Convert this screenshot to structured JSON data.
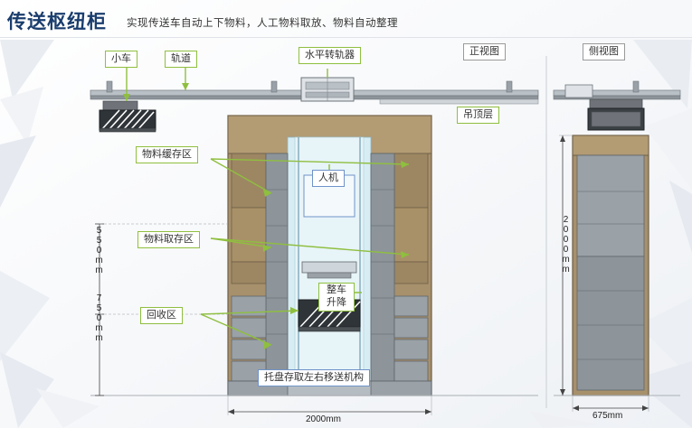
{
  "header": {
    "title": "传送枢纽柜",
    "subtitle": "实现传送车自动上下物料，人工物料取放、物料自动整理"
  },
  "labels": {
    "cart": "小车",
    "track": "轨道",
    "horizontal_transfer": "水平转轨器",
    "front_view": "正视图",
    "side_view": "侧视图",
    "ceiling": "吊顶层",
    "buffer_zone": "物料缓存区",
    "hmi": "人机",
    "pick_zone": "物料取存区",
    "recycle_zone": "回收区",
    "vehicle_lift": "整车\n升降",
    "tray_mechanism": "托盘存取左右移送机构"
  },
  "dimensions": {
    "height_550": "550mm",
    "height_750": "750mm",
    "height_2000": "2000mm",
    "width_2000": "2000mm",
    "width_675": "675mm"
  },
  "colors": {
    "accent_green": "#8fbf3f",
    "title_blue": "#1a3d6d",
    "cabinet_tan": "#a7906c",
    "cabinet_gray": "#8d949a",
    "panel_cyan": "#d7edf3"
  }
}
